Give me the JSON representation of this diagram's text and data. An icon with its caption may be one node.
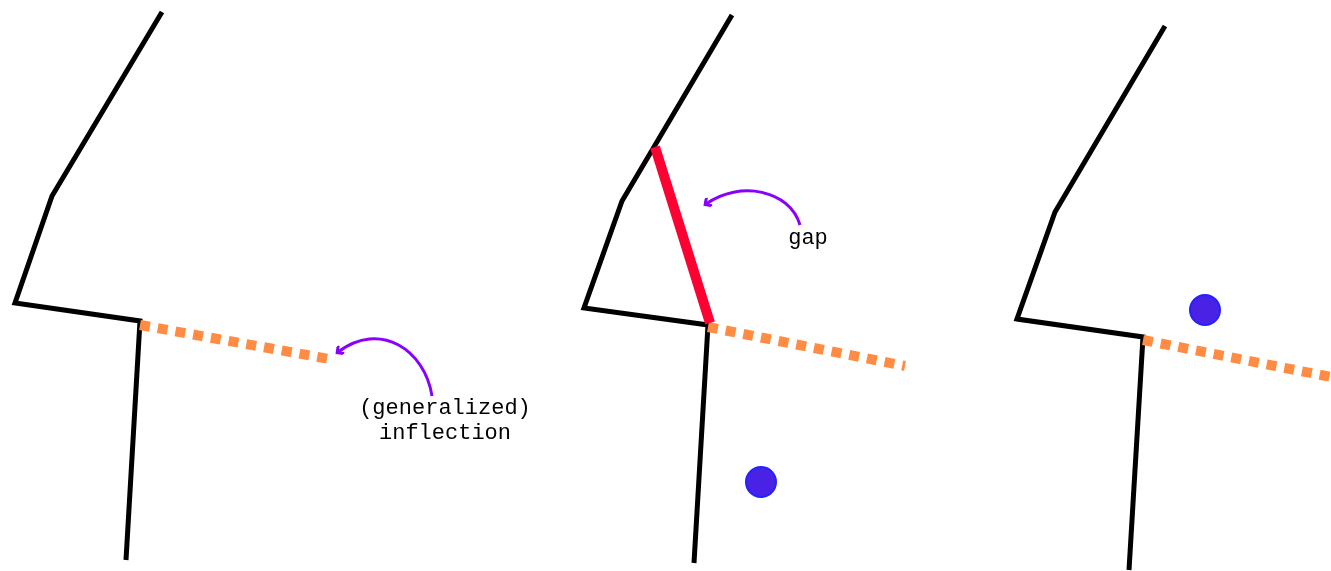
{
  "diagram": {
    "nodes": [
      {
        "text": [
          "(generalized) inflection"
        ]
      },
      {
        "text": [],
        "shape": "line"
      },
      {
        "text": [
          "gap"
        ]
      },
      {
        "text": [],
        "shape": "line"
      }
    ],
    "edges": [
      {
        "from": 0,
        "to": 1,
        "arrow": "to"
      },
      {
        "from": 2,
        "to": 3,
        "arrow": "to"
      }
    ]
  }
}
